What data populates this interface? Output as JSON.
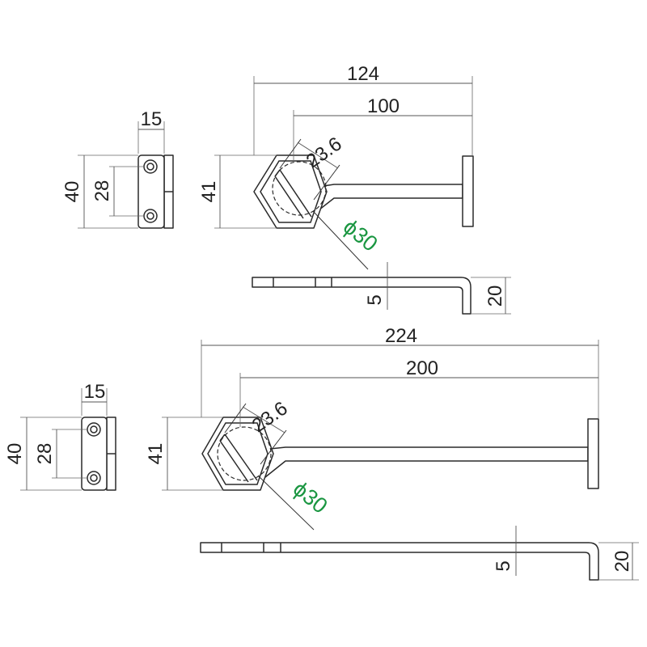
{
  "upper": {
    "dims": {
      "overall": "124",
      "reach": "100",
      "flat": "23.6",
      "hex": "41",
      "plate_width": "15",
      "plate_height": "40",
      "hole_pitch": "28",
      "thickness": "5",
      "hook_height": "20"
    }
  },
  "lower": {
    "dims": {
      "overall": "224",
      "reach": "200",
      "flat": "23.6",
      "hex": "41",
      "plate_width": "15",
      "plate_height": "40",
      "hole_pitch": "28",
      "thickness": "5",
      "hook_height": "20"
    }
  },
  "callouts": {
    "diameter": "ϕ30",
    "color": "#1a9641"
  }
}
